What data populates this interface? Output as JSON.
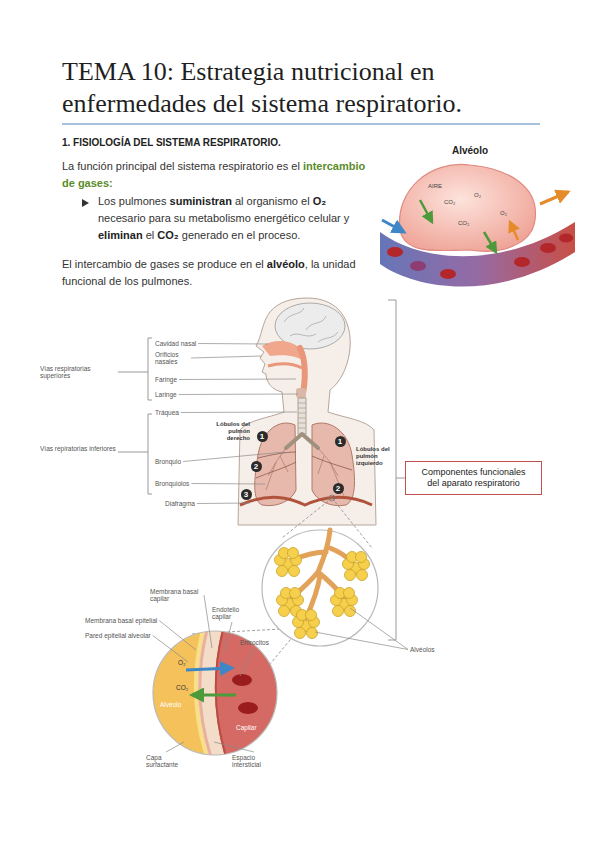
{
  "diagram": {
    "title": "TEMA 10: Estrategia nutricional en enfermedades del sistema respiratorio.",
    "nodes": [
      {
        "text": [
          "Componentes funcionales del aparato respiratorio"
        ]
      }
    ],
    "labels": [
      "1. FISIOLOGÍA DEL SISTEMA RESPIRATORIO.",
      "La función principal del sistema respiratorio es el",
      "intercambio de gases:",
      "Los pulmones",
      "suministran",
      "al organismo el",
      "O₂",
      "necesario para su metabolismo energético celular y",
      "eliminan",
      "el",
      "CO₂",
      "generado en el proceso.",
      "El intercambio de gases se produce en el",
      "alvéolo",
      ", la unidad funcional de los pulmones.",
      "Alvéolo",
      "AIRE",
      "CO₂",
      "O₂",
      "CO₂",
      "O₂",
      "Cavidad nasal",
      "Orificios nasales",
      "Faringe",
      "Laringe",
      "Tráquea",
      "Bronquio",
      "Bronquiolos",
      "Diafragma",
      "Vías respiratorias superiores",
      "Vías repiratorias inferiores",
      "Lóbulos del pulmón derecho",
      "Lóbulos del pulmón izquierdo",
      "1",
      "2",
      "3",
      "1",
      "2",
      "Alvéolos",
      "Membrana basal capilar",
      "Endotelio capilar",
      "Membrana basal epitelial",
      "Pared epitelial alveolar",
      "Eritrocitos",
      "Alvéolo",
      "Capilar",
      "O₂",
      "CO₂",
      "Capa surfactante",
      "Espacio intersticial"
    ]
  }
}
